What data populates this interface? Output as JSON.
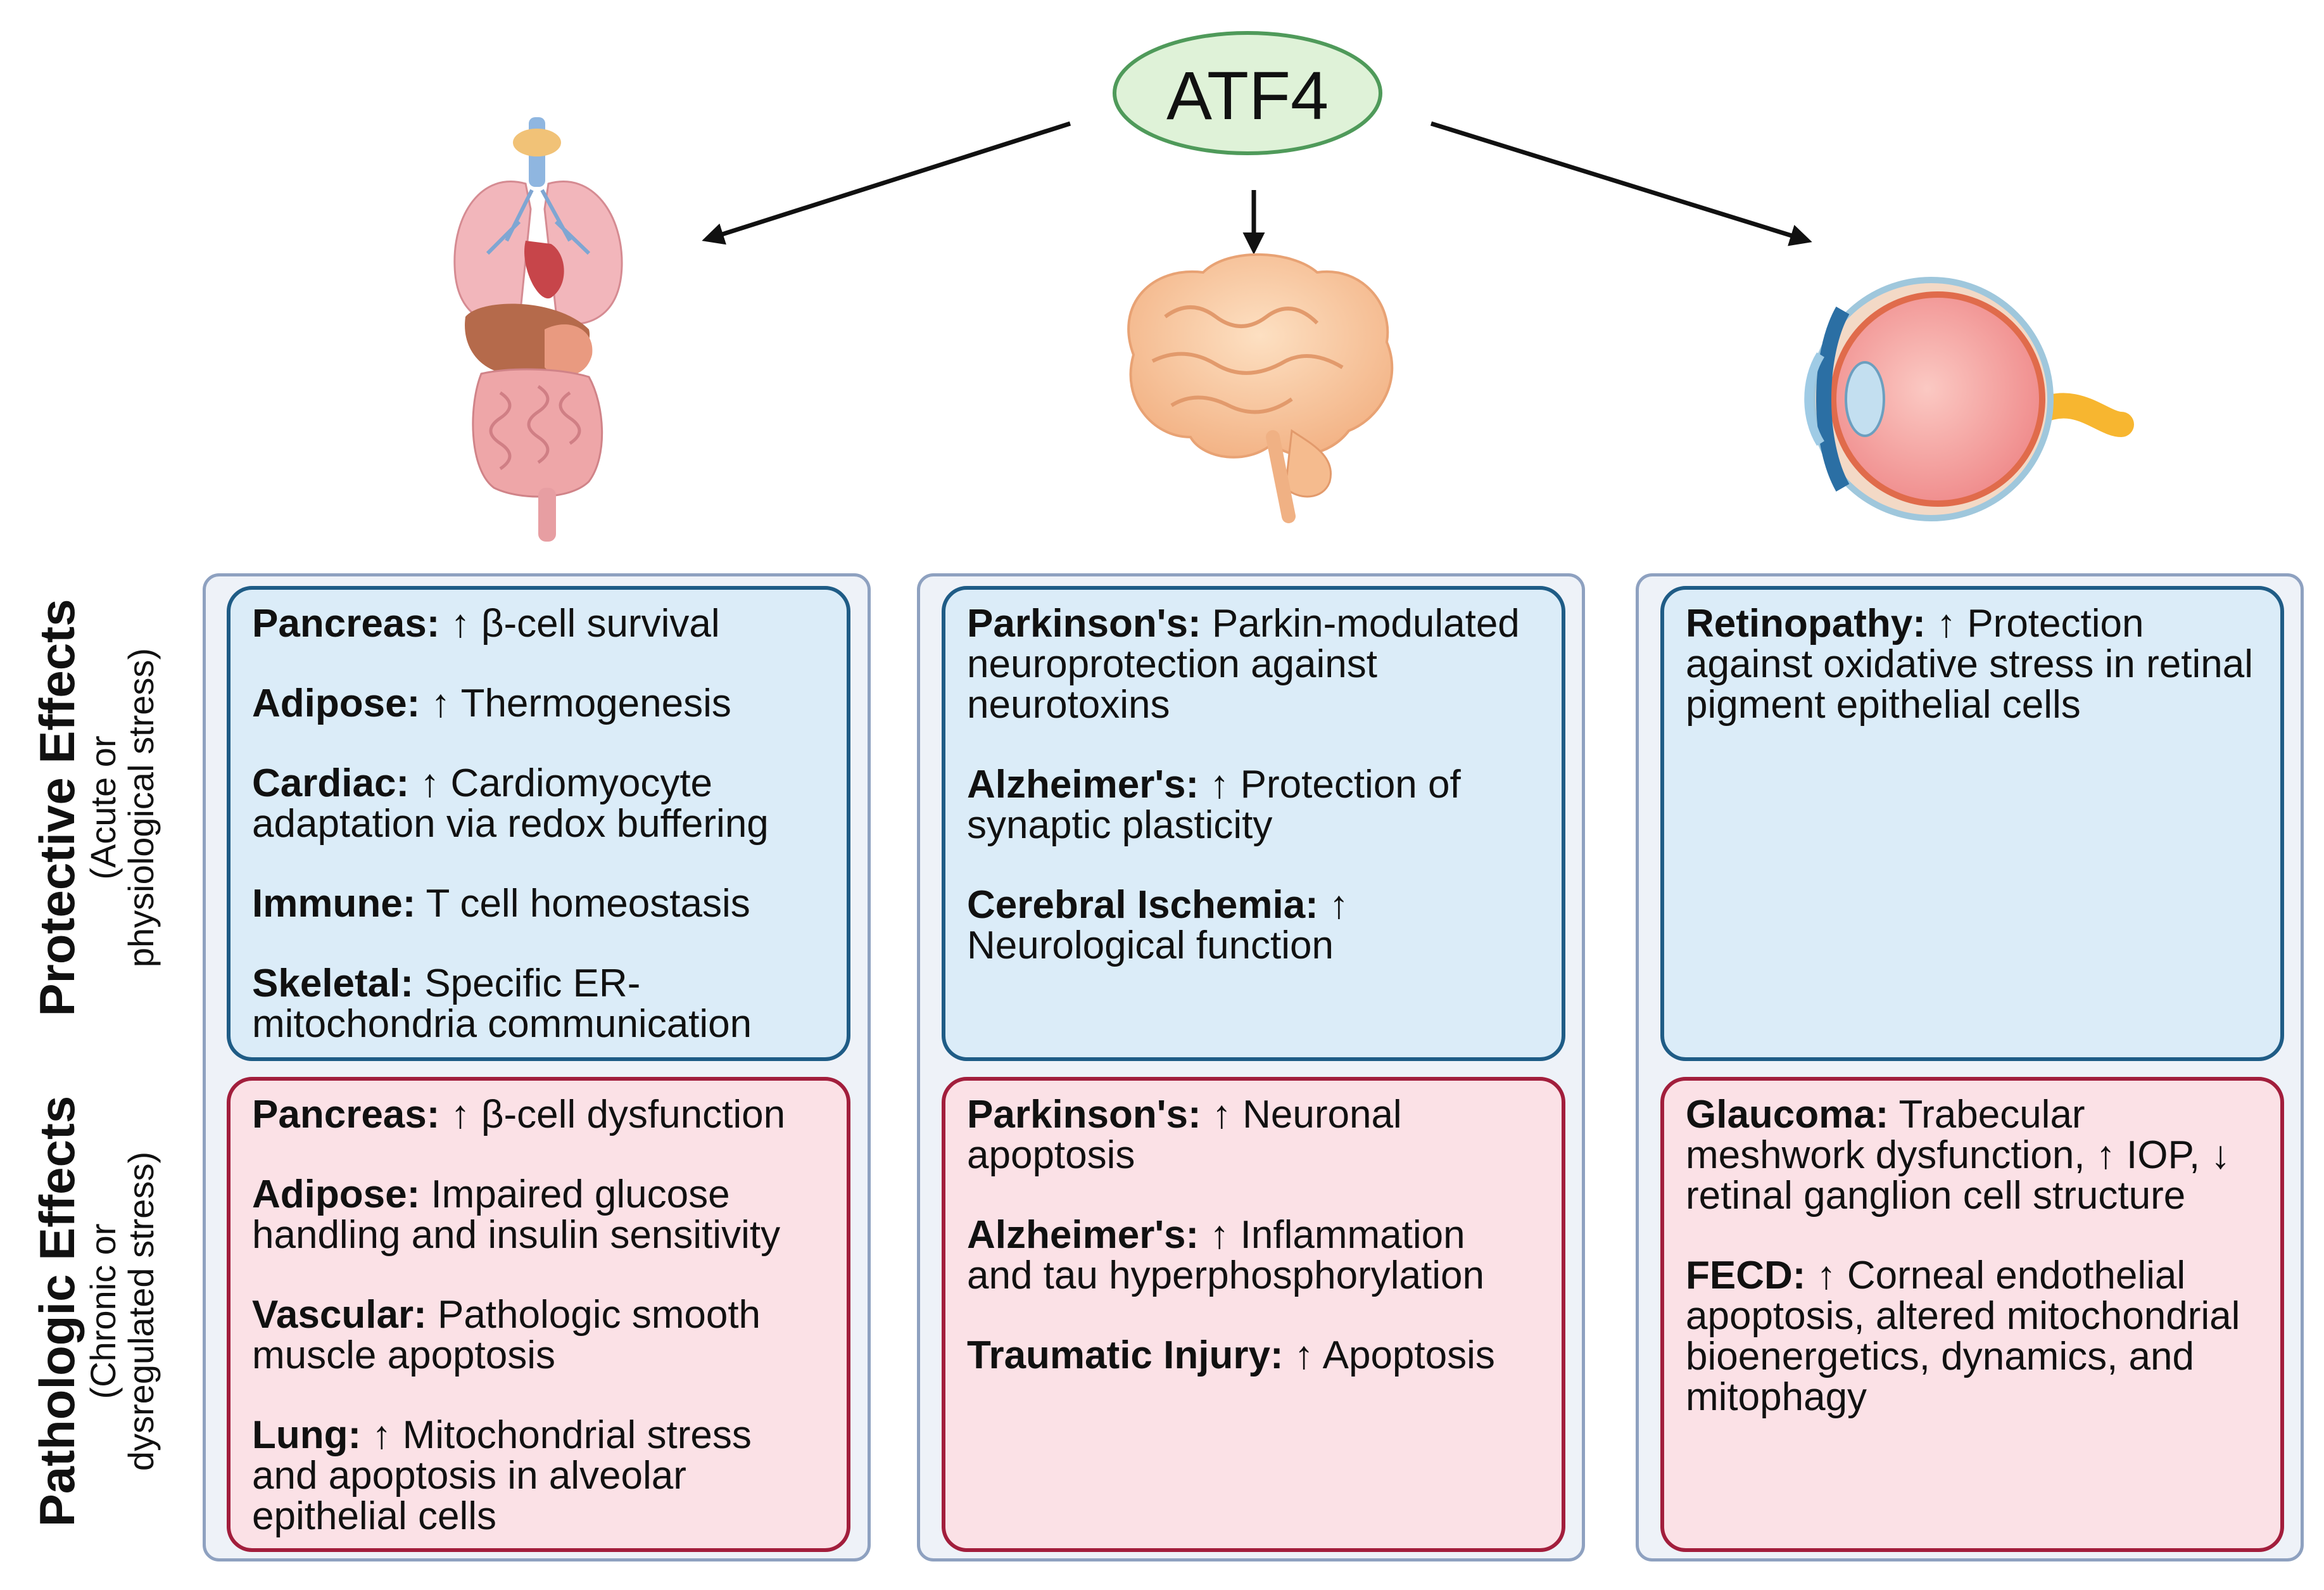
{
  "center_node": {
    "label": "ATF4"
  },
  "row_labels": {
    "protective": {
      "title": "Protective Effects",
      "subtitle_line1": "(Acute or",
      "subtitle_line2": "physiological stress)"
    },
    "pathologic": {
      "title": "Pathologic Effects",
      "subtitle_line1": "(Chronic or",
      "subtitle_line2": "dysregulated stress)"
    }
  },
  "columns": [
    {
      "icon": "organs-icon",
      "protective": [
        {
          "term": "Pancreas:",
          "text": " ↑ β-cell survival"
        },
        {
          "term": "Adipose:",
          "text": " ↑ Thermogenesis"
        },
        {
          "term": "Cardiac:",
          "text": " ↑ Cardiomyocyte adaptation via redox buffering"
        },
        {
          "term": "Immune:",
          "text": " T cell homeostasis"
        },
        {
          "term": "Skeletal:",
          "text": " Specific ER-mitochondria communication"
        }
      ],
      "pathologic": [
        {
          "term": "Pancreas:",
          "text": " ↑ β-cell dysfunction"
        },
        {
          "term": "Adipose:",
          "text": " Impaired glucose handling and insulin sensitivity"
        },
        {
          "term": "Vascular:",
          "text": " Pathologic smooth muscle apoptosis"
        },
        {
          "term": "Lung:",
          "text": " ↑ Mitochondrial stress and apoptosis in alveolar epithelial cells"
        }
      ]
    },
    {
      "icon": "brain-icon",
      "protective": [
        {
          "term": "Parkinson's:",
          "text": " Parkin-modulated neuroprotection against neurotoxins"
        },
        {
          "term": "Alzheimer's:",
          "text": " ↑ Protection of synaptic plasticity"
        },
        {
          "term": "Cerebral Ischemia:",
          "text": " ↑ Neurological function"
        }
      ],
      "pathologic": [
        {
          "term": "Parkinson's:",
          "text": " ↑ Neuronal apoptosis"
        },
        {
          "term": "Alzheimer's:",
          "text": " ↑ Inflammation and tau hyperphosphorylation"
        },
        {
          "term": "Traumatic Injury:",
          "text": " ↑ Apoptosis"
        }
      ]
    },
    {
      "icon": "eye-icon",
      "protective": [
        {
          "term": "Retinopathy:",
          "text": " ↑ Protection against oxidative stress in retinal pigment epithelial cells"
        }
      ],
      "pathologic": [
        {
          "term": "Glaucoma:",
          "text": " Trabecular meshwork dysfunction, ↑ IOP, ↓ retinal ganglion cell structure"
        },
        {
          "term": "FECD:",
          "text": " ↑ Corneal endothelial apoptosis, altered mitochondrial bioenergetics, dynamics, and mitophagy"
        }
      ]
    }
  ],
  "colors": {
    "node_fill": "#dff2d8",
    "node_stroke": "#4f9a5a",
    "protective_fill": "#dbecf8",
    "protective_stroke": "#1f5c86",
    "pathologic_fill": "#fbe1e6",
    "pathologic_stroke": "#a21e3c",
    "column_fill": "#eef2f8",
    "column_stroke": "#8ea1c0"
  }
}
